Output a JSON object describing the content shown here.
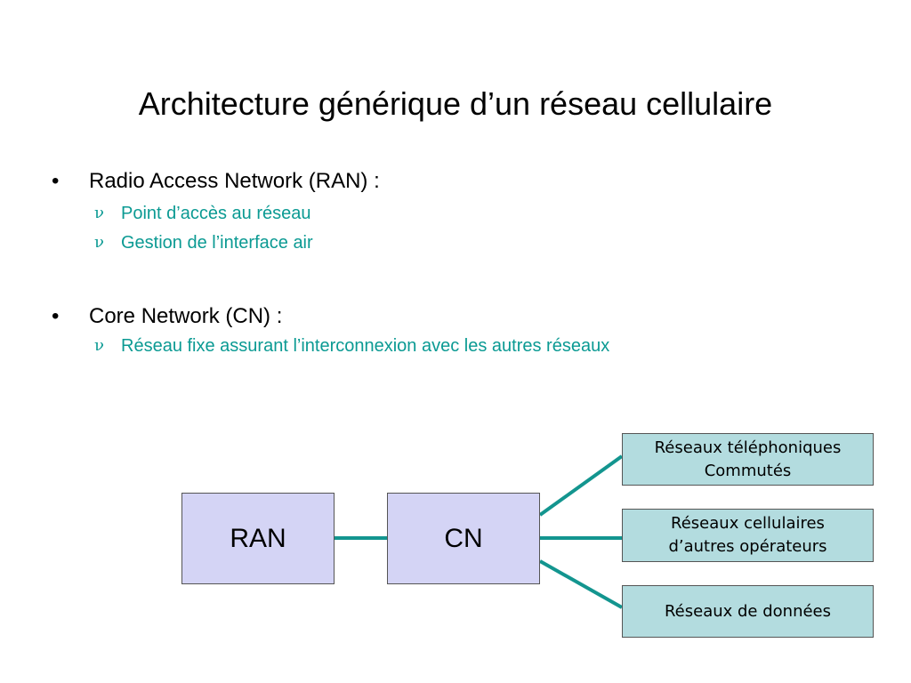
{
  "slide": {
    "title": "Architecture générique d’un réseau cellulaire",
    "bullets": [
      {
        "marker": "•",
        "label": "Radio Access Network (RAN) :",
        "sub_marker": "ν",
        "subs": [
          "Point d’accès au réseau",
          "Gestion de l’interface air"
        ]
      },
      {
        "marker": "•",
        "label": "Core Network (CN) :",
        "sub_marker": "ν",
        "subs": [
          "Réseau fixe assurant l’interconnexion avec les autres réseaux"
        ]
      }
    ]
  },
  "diagram": {
    "nodes": {
      "ran": "RAN",
      "cn": "CN",
      "pstn": [
        "Réseaux téléphoniques",
        "Commutés"
      ],
      "cellular": [
        "Réseaux cellulaires",
        "d’autres opérateurs"
      ],
      "data": [
        "Réseaux de données"
      ]
    },
    "colors": {
      "link": "#13958f",
      "main_box_fill": "#d4d4f5",
      "network_box_fill": "#b3dcdf",
      "sub_bullet_text": "#0b9a93"
    }
  }
}
